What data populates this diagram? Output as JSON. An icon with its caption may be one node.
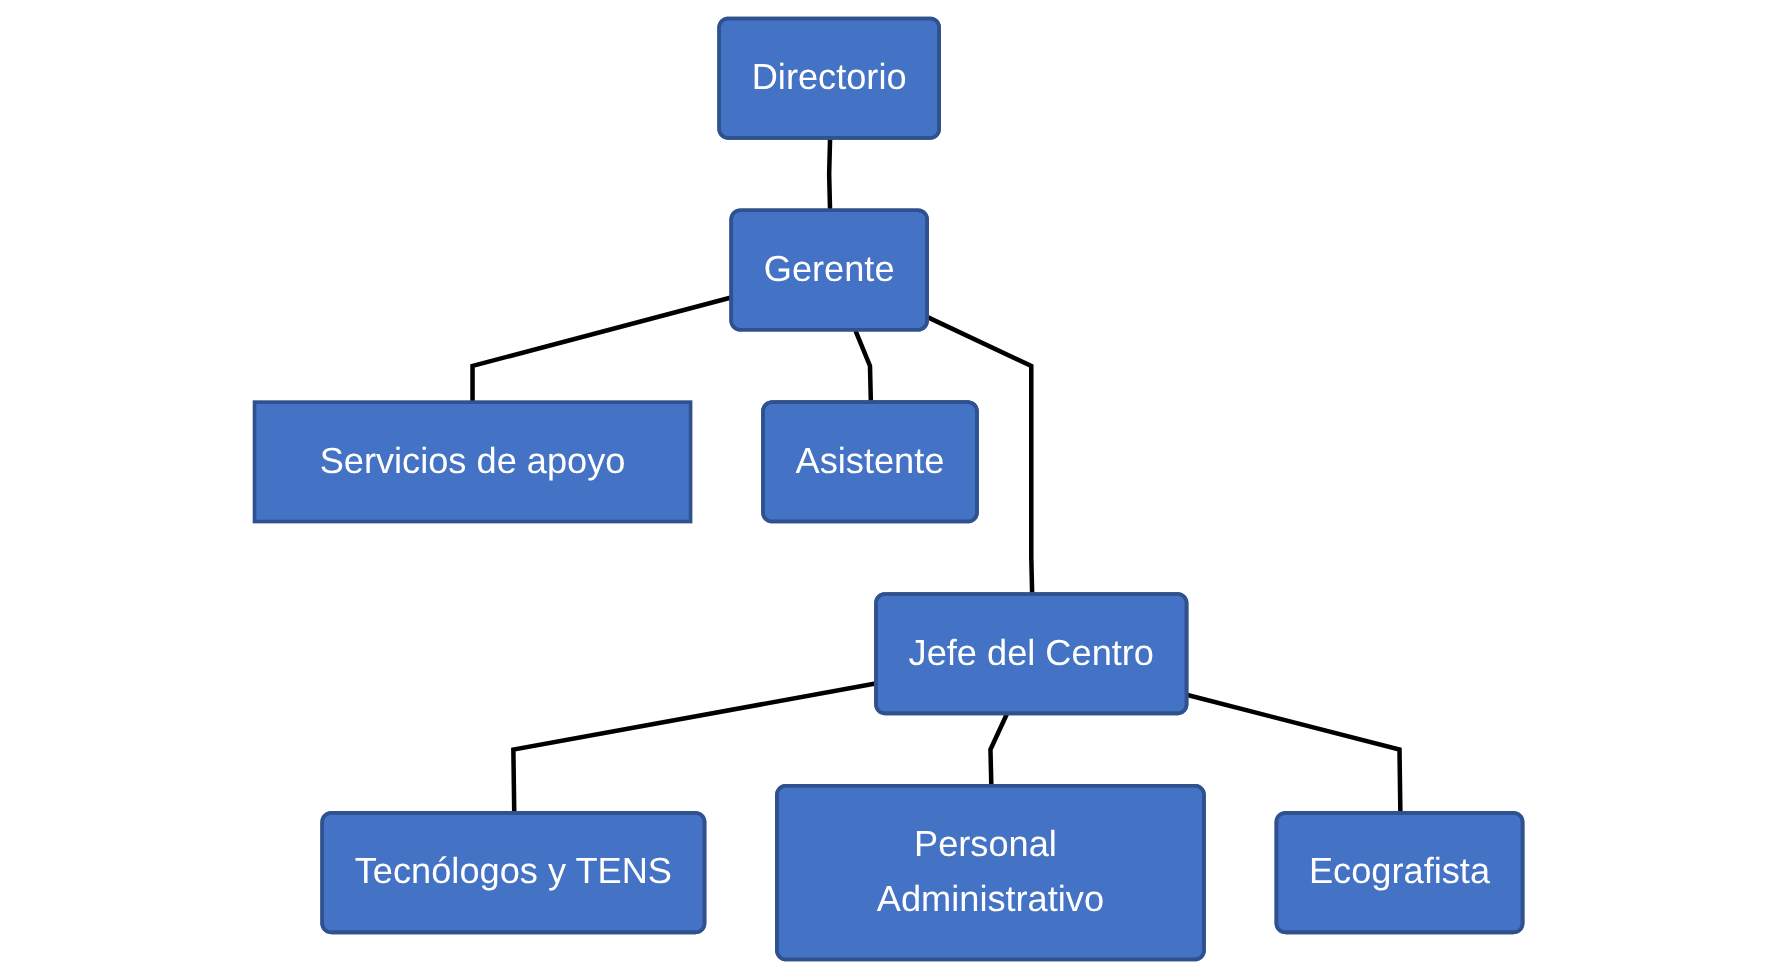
{
  "diagram": {
    "nodes": [
      {
        "text": [
          "Directorio"
        ]
      },
      {
        "text": [
          "Gerente"
        ]
      },
      {
        "text": [
          "Servicios de apoyo"
        ]
      },
      {
        "text": [
          "Asistente"
        ]
      },
      {
        "text": [
          "Jefe del Centro"
        ]
      },
      {
        "text": [
          "Tecnólogos y TENS"
        ]
      },
      {
        "text": [
          "Personal Administrativo"
        ]
      },
      {
        "text": [
          "Ecografista"
        ]
      }
    ],
    "edges": [
      {
        "from": 0,
        "to": 1,
        "arrow": "none"
      },
      {
        "from": 1,
        "to": 2,
        "arrow": "none"
      },
      {
        "from": 1,
        "to": 3,
        "arrow": "none"
      },
      {
        "from": 1,
        "to": 4,
        "arrow": "none"
      },
      {
        "from": 4,
        "to": 5,
        "arrow": "none"
      },
      {
        "from": 4,
        "to": 6,
        "arrow": "none"
      },
      {
        "from": 4,
        "to": 7,
        "arrow": "none"
      }
    ]
  }
}
